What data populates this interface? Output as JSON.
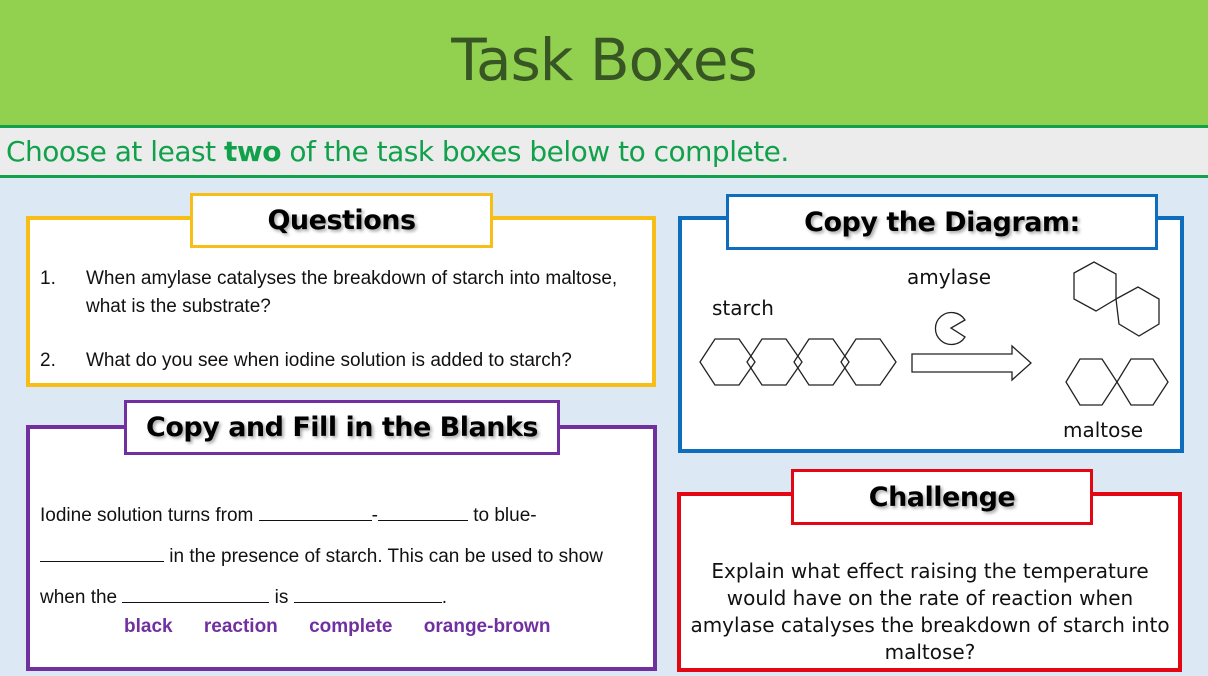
{
  "header": {
    "title": "Task Boxes",
    "bg_color": "#92d050",
    "title_color": "#375623"
  },
  "instruction": {
    "prefix": "Choose at least ",
    "emphasis": "two",
    "suffix": " of the task boxes below to complete.",
    "color": "#12a14b"
  },
  "questions": {
    "title": "Questions",
    "border_color": "#f6be16",
    "items": [
      {
        "num": "1.",
        "text": "When amylase catalyses the breakdown of starch into maltose, what is the substrate?"
      },
      {
        "num": "2.",
        "text": "What do you see when iodine solution is added to starch?"
      }
    ]
  },
  "fill_blanks": {
    "title": "Copy and Fill in the Blanks",
    "border_color": "#7030a0",
    "line1_a": "Iodine solution turns from ",
    "line1_dash": "-",
    "line1_b": " to blue-",
    "line2": " in the presence of starch. This can be used to show",
    "line3_a": "when the ",
    "line3_b": " is ",
    "line3_c": ".",
    "word_bank": [
      "black",
      "reaction",
      "complete",
      "orange-brown"
    ]
  },
  "diagram": {
    "title": "Copy the Diagram:",
    "border_color": "#0e6dbd",
    "labels": {
      "starch": "starch",
      "enzyme": "amylase",
      "product": "maltose"
    }
  },
  "challenge": {
    "title": "Challenge",
    "border_color": "#e30613",
    "text": "Explain what effect raising the temperature would have on the rate of reaction when amylase catalyses the breakdown of starch into maltose?"
  }
}
